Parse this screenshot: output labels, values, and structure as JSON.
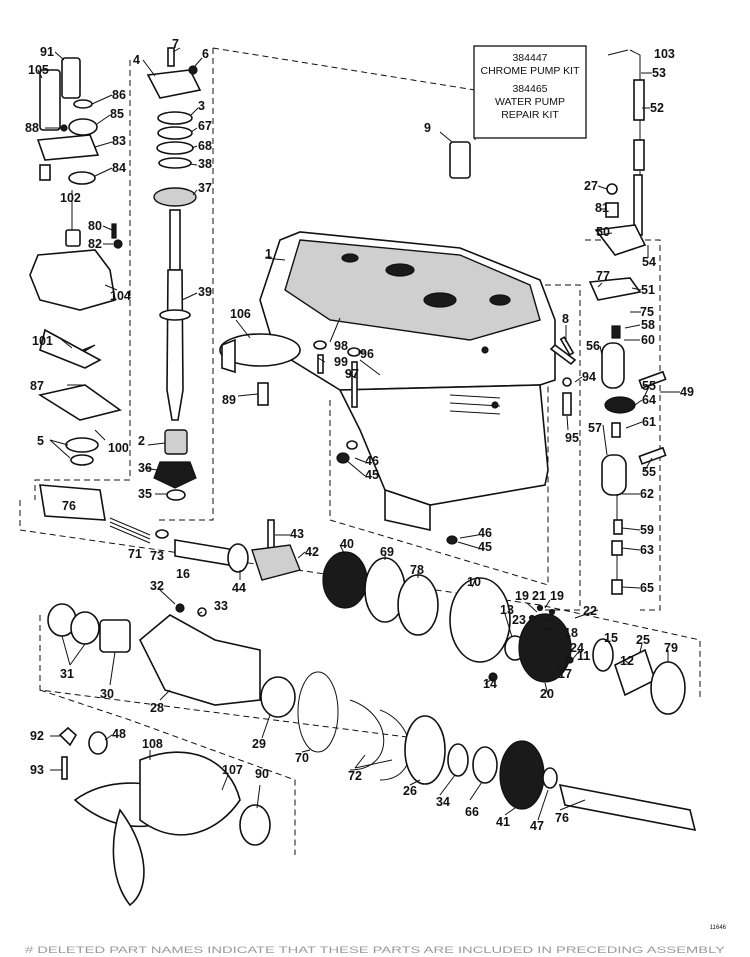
{
  "kit_box": {
    "line1": "384447",
    "line2": "CHROME PUMP KIT",
    "line3": "384465",
    "line4": "WATER PUMP",
    "line5": "REPAIR KIT"
  },
  "figure_number": "11646",
  "footer_note": "# DELETED PART NAMES INDICATE THAT THESE PARTS ARE INCLUDED IN PRECEDING ASSEMBLY",
  "callouts": [
    "1",
    "2",
    "3",
    "4",
    "5",
    "6",
    "7",
    "8",
    "9",
    "10",
    "11",
    "12",
    "13",
    "14",
    "15",
    "16",
    "17",
    "18",
    "19",
    "19",
    "20",
    "21",
    "22",
    "23",
    "24",
    "25",
    "26",
    "27",
    "28",
    "29",
    "30",
    "31",
    "32",
    "33",
    "34",
    "35",
    "36",
    "37",
    "38",
    "39",
    "40",
    "41",
    "42",
    "43",
    "44",
    "45",
    "45",
    "46",
    "46",
    "47",
    "48",
    "49",
    "50",
    "51",
    "52",
    "53",
    "54",
    "55",
    "55",
    "56",
    "57",
    "58",
    "59",
    "60",
    "61",
    "62",
    "63",
    "64",
    "65",
    "66",
    "67",
    "68",
    "69",
    "70",
    "71",
    "72",
    "73",
    "75",
    "76",
    "76",
    "77",
    "78",
    "79",
    "80",
    "81",
    "82",
    "83",
    "84",
    "85",
    "86",
    "87",
    "88",
    "89",
    "90",
    "91",
    "92",
    "93",
    "94",
    "95",
    "96",
    "97",
    "98",
    "99",
    "100",
    "101",
    "102",
    "103",
    "104",
    "105",
    "106",
    "107",
    "108"
  ]
}
